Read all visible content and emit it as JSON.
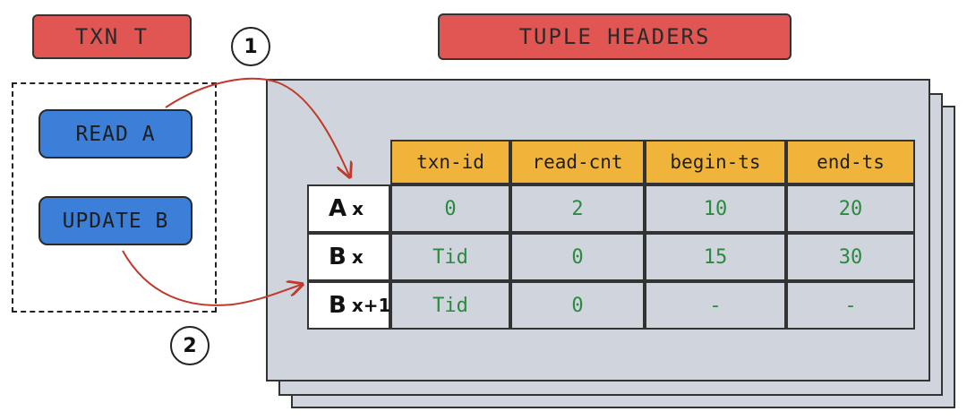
{
  "txn_label": "TXN T",
  "headers_label": "TUPLE HEADERS",
  "steps": [
    "1",
    "2"
  ],
  "operations": [
    "READ A",
    "UPDATE B"
  ],
  "columns": [
    "txn-id",
    "read-cnt",
    "begin-ts",
    "end-ts"
  ],
  "rows": [
    {
      "name": "A",
      "sub": "x",
      "values": [
        "0",
        "2",
        "10",
        "20"
      ]
    },
    {
      "name": "B",
      "sub": "x",
      "values": [
        "Tid",
        "0",
        "15",
        "30"
      ]
    },
    {
      "name": "B",
      "sub": "x+1",
      "values": [
        "Tid",
        "0",
        "-",
        "-"
      ]
    }
  ],
  "colors": {
    "label": "#e15552",
    "operation": "#3b7fd9",
    "header": "#f0b43a",
    "page": "#cfd4dd",
    "value_text": "#2b8a3e",
    "arrow": "#c0392b"
  }
}
